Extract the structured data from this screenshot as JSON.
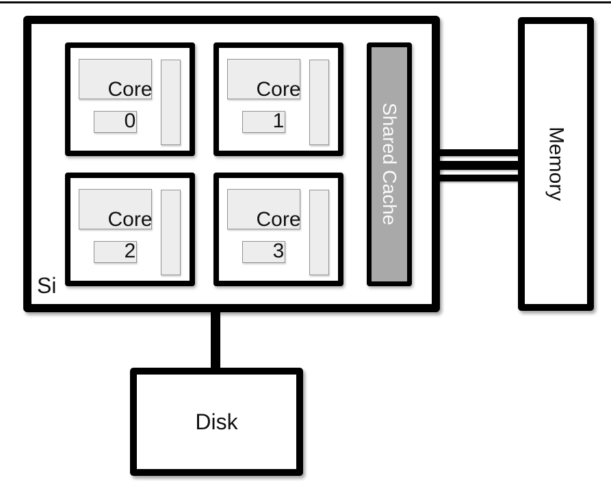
{
  "chip": {
    "label": "Si"
  },
  "cores": [
    {
      "name": "Core",
      "number": "0"
    },
    {
      "name": "Core",
      "number": "1"
    },
    {
      "name": "Core",
      "number": "2"
    },
    {
      "name": "Core",
      "number": "3"
    }
  ],
  "shared_cache": {
    "label": "Shared Cache"
  },
  "memory": {
    "label": "Memory"
  },
  "disk": {
    "label": "Disk"
  },
  "bus": {
    "line_count": 3
  },
  "colors": {
    "outline": "#000000",
    "cache_fill": "#a9a9a9",
    "cache_text": "#fafafa",
    "unit_fill": "#ededed",
    "unit_border": "#919191",
    "background": "#ffffff"
  }
}
